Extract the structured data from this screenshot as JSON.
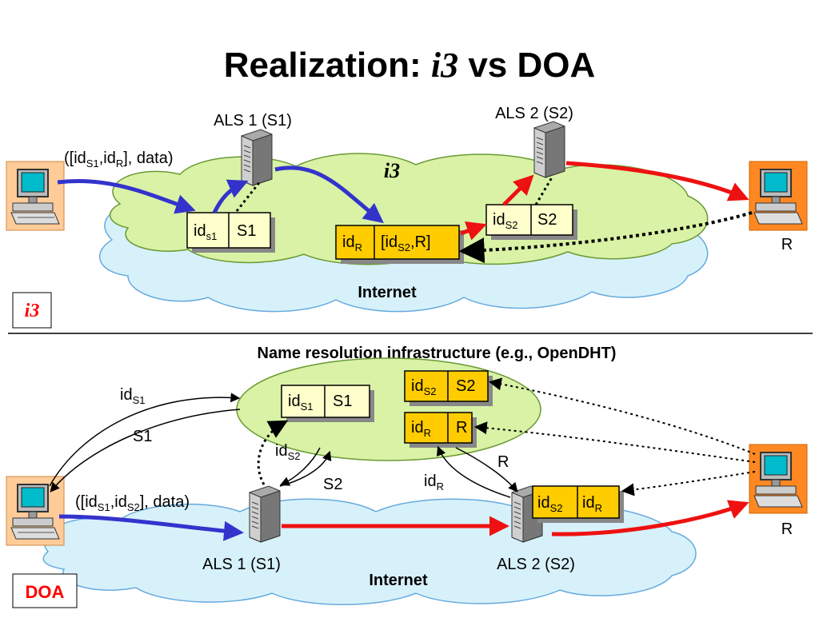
{
  "title": {
    "main": "Realization:",
    "ital": "i3",
    "rest": "vs DOA"
  },
  "top": {
    "als1": "ALS 1 (S1)",
    "als2": "ALS 2 (S2)",
    "i3_label": "i3",
    "packet": {
      "pre": "([id",
      "s1": "S1",
      "mid": ",id",
      "r": "R",
      "post": "], data)"
    },
    "box1": {
      "id": "id",
      "sub": "s1",
      "val": "S1"
    },
    "box_r": {
      "id": "id",
      "sub": "R",
      "val_pre": "[id",
      "val_sub": "S2",
      "val_post": ",R]"
    },
    "box2": {
      "id": "id",
      "sub": "S2",
      "val": "S2"
    },
    "receiver": "R",
    "internet": "Internet",
    "section_label": "i3"
  },
  "bottom": {
    "nri": "Name resolution infrastructure (e.g., OpenDHT)",
    "box_s1": {
      "id": "id",
      "sub": "S1",
      "val": "S1"
    },
    "box_s2": {
      "id": "id",
      "sub": "S2",
      "val": "S2"
    },
    "box_r": {
      "id": "id",
      "sub": "R",
      "val": "R"
    },
    "q_ids1": {
      "id": "id",
      "sub": "S1"
    },
    "a_s1": "S1",
    "q_ids2": {
      "id": "id",
      "sub": "S2"
    },
    "a_s2": "S2",
    "q_idr": {
      "id": "id",
      "sub": "R"
    },
    "a_r": "R",
    "packet": {
      "pre": "([id",
      "s1": "S1",
      "mid": ",id",
      "s2": "S2",
      "post": "], data)"
    },
    "hdr": {
      "id1": "id",
      "sub1": "S2",
      "id2": "id",
      "sub2": "R"
    },
    "als1": "ALS 1 (S1)",
    "als2": "ALS 2 (S2)",
    "receiver": "R",
    "internet": "Internet",
    "section_label": "DOA"
  },
  "colors": {
    "cloud_green": "#d9f2a6",
    "cloud_blue": "#d7f1fb",
    "box_yellow": "#ffffcc",
    "box_orange": "#ffcc00",
    "arrow_blue": "#3333cc",
    "arrow_red": "#ee1111",
    "doa_red": "#ff0000"
  }
}
